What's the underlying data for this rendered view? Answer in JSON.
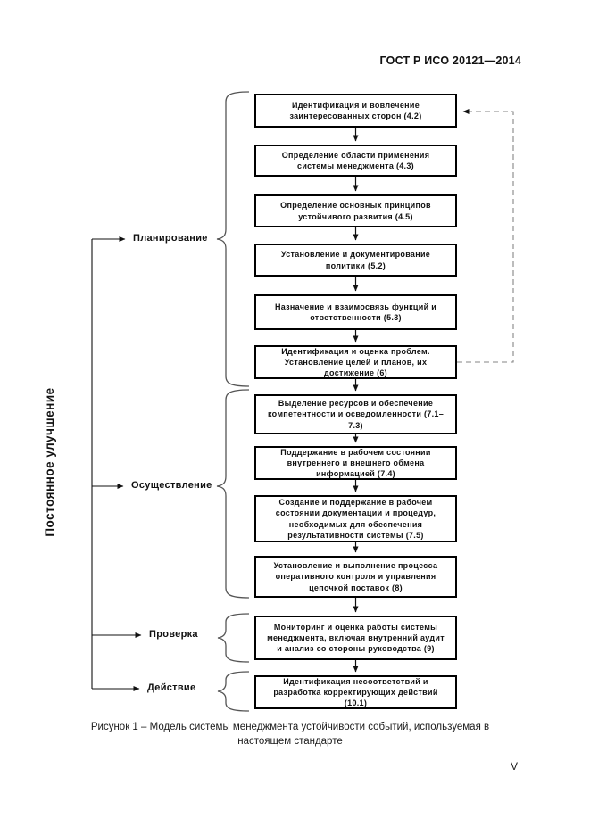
{
  "page": {
    "header": "ГОСТ Р ИСО 20121—2014",
    "caption": "Рисунок 1 – Модель системы менеджмента устойчивости событий, используемая в настоящем стандарте",
    "page_number": "V"
  },
  "diagram": {
    "side_label": "Постоянное улучшение",
    "phases": [
      {
        "label": "Планирование"
      },
      {
        "label": "Осуществление"
      },
      {
        "label": "Проверка"
      },
      {
        "label": "Действие"
      }
    ],
    "boxes": [
      {
        "text": "Идентификация и вовлечение заинтересованных сторон (4.2)"
      },
      {
        "text": "Определение области применения системы менеджмента (4.3)"
      },
      {
        "text": "Определение основных принципов устойчивого развития (4.5)"
      },
      {
        "text": "Установление и документирование политики (5.2)"
      },
      {
        "text": "Назначение и взаимосвязь функций и ответственности (5.3)"
      },
      {
        "text": "Идентификация и оценка проблем. Установление целей и планов, их достижение (6)"
      },
      {
        "text": "Выделение ресурсов и обеспечение компетентности и осведомленности (7.1–7.3)"
      },
      {
        "text": "Поддержание в рабочем состоянии внутреннего и внешнего обмена информацией (7.4)"
      },
      {
        "text": "Создание и поддержание в рабочем состоянии документации и процедур, необходимых для обеспечения результативности системы (7.5)"
      },
      {
        "text": "Установление и выполнение процесса оперативного контроля и управления цепочкой поставок (8)"
      },
      {
        "text": "Мониторинг и оценка работы системы менеджмента, включая внутренний аудит и анализ со стороны руководства (9)"
      },
      {
        "text": "Идентификация несоответствий и разработка корректирующих действий (10.1)"
      }
    ],
    "colors": {
      "ink": "#111111",
      "dashed_feedback_line": "#858585"
    }
  }
}
